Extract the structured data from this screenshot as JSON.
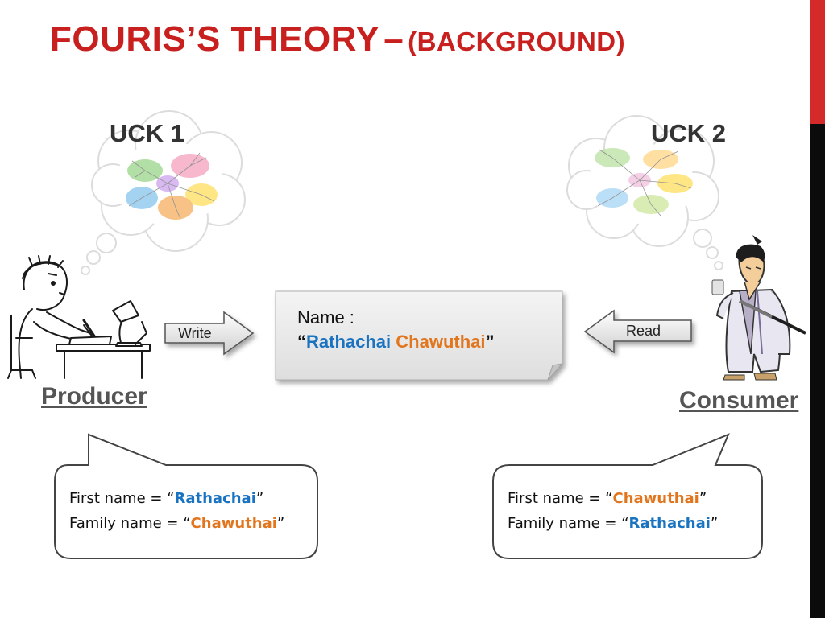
{
  "title": {
    "main": "FOURIS’S THEORY",
    "dash": "–",
    "sub": "(BACKGROUND)"
  },
  "uck1": "UCK 1",
  "uck2": "UCK 2",
  "producer": "Producer",
  "consumer": "Consumer",
  "write_label": "Write",
  "read_label": "Read",
  "note": {
    "label": "Name :",
    "open_quote": "“",
    "first": "Rathachai",
    "space": " ",
    "last": "Chawuthai",
    "close_quote": "”"
  },
  "producer_bubble": {
    "line1_prefix": "First name = “",
    "line1_value": "Rathachai",
    "line1_suffix": "”",
    "line2_prefix": "Family name = “",
    "line2_value": "Chawuthai",
    "line2_suffix": "”"
  },
  "consumer_bubble": {
    "line1_prefix": "First name = “",
    "line1_value": "Chawuthai",
    "line1_suffix": "”",
    "line2_prefix": "Family name = “",
    "line2_value": "Rathachai",
    "line2_suffix": "”"
  },
  "colors": {
    "title_red": "#c8201e",
    "accent_blue": "#1a73c0",
    "accent_orange": "#e2761f",
    "side_red": "#d42a2a",
    "side_black": "#0b0b0b"
  },
  "icons": [
    "thought-cloud-icon",
    "mind-map-icon",
    "student-writing-icon",
    "samurai-icon",
    "right-arrow-icon",
    "left-arrow-icon",
    "note-card-icon",
    "speech-bubble-icon"
  ]
}
